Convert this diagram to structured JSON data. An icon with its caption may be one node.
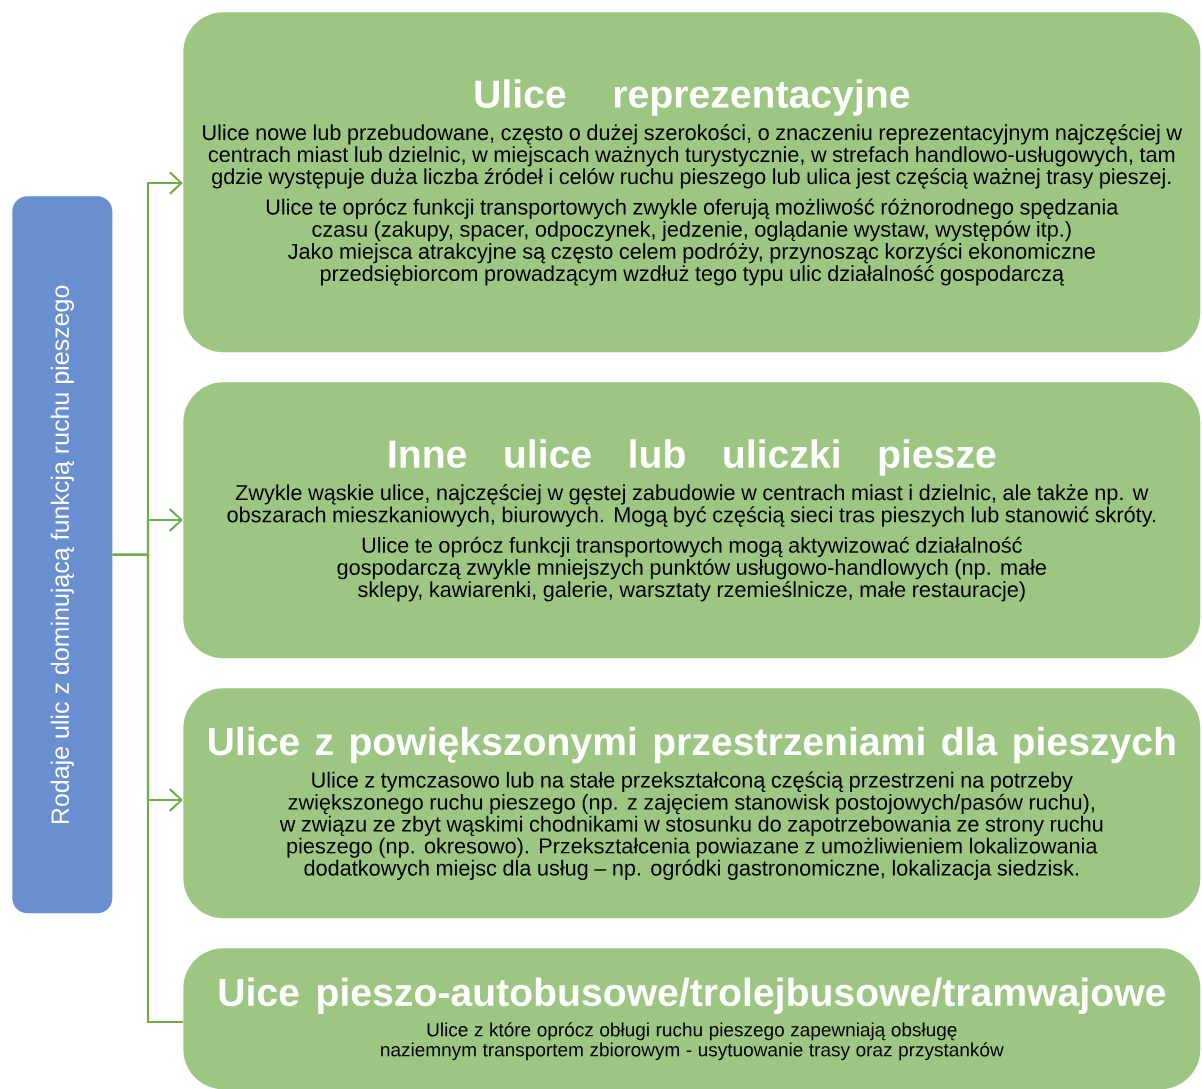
{
  "diagram": {
    "nodes": [
      {
        "text": [
          "Rodaje ulic z dominującą funkcją ruchu pieszego"
        ]
      },
      {
        "text": [
          "Ulice reprezentacyjne",
          "Ulice nowe lub przebudowane, często o dużej szerokości, o znaczeniu reprezentacyjnym najczęściej w centrach miast lub dzielnic, w miejscach ważnych turystycznie, w strefach handlowo-usługowych, tam gdzie występuje duża liczba źródeł i celów ruchu pieszego lub ulica jest częścią ważnej trasy pieszej.",
          "Ulice te oprócz funkcji transportowych zwykle oferują możliwość różnorodnego spędzania czasu (zakupy, spacer, odpoczynek, jedzenie, oglądanie wystaw, występów itp.) Jako miejsca atrakcyjne są często celem podróży, przynosząc korzyści ekonomiczne przedsiębiorcom prowadzącym wzdłuż tego typu ulic działalność gospodarczą"
        ]
      },
      {
        "text": [
          "Inne ulice lub uliczki piesze",
          "Zwykle wąskie ulice, najczęściej  w gęstej zabudowie w centrach miast i dzielnic, ale także np. w obszarach mieszkaniowych, biurowych.  Mogą być częścią sieci tras pieszych lub stanowić skróty.",
          "Ulice te oprócz funkcji transportowych mogą aktywizować  działalność gospodarczą zwykle mniejszych punktów usługowo-handlowych (np. małe sklepy, kawiarenki, galerie, warsztaty rzemieślnicze, małe restauracje)"
        ]
      },
      {
        "text": [
          "Ulice z powiększonymi przestrzeniami dla pieszych",
          "Ulice z tymczasowo lub na stałe przekształconą częścią przestrzeni na potrzeby zwiększonego ruchu pieszego (np. z zajęciem stanowisk postojowych/pasów ruchu),  w związu ze zbyt wąskimi  chodnikami w stosunku do zapotrzebowania ze strony ruchu pieszego (np. okresowo). Przekształcenia powiazane z umożliwieniem lokalizowania dodatkowych miejsc dla usług – np. ogródki gastronomiczne, lokalizacja siedzisk."
        ]
      },
      {
        "text": [
          "Uice pieszo-autobusowe/trolejbusowe/tramwajowe",
          "Ulice z które oprócz obługi ruchu pieszego zapewniają obsługę naziemnym transportem zbiorowym - usytuowanie trasy oraz przystanków"
        ]
      }
    ],
    "edges": [
      {
        "from": 0,
        "to": 1,
        "arrow": "to"
      },
      {
        "from": 0,
        "to": 2,
        "arrow": "to"
      },
      {
        "from": 0,
        "to": 3,
        "arrow": "to"
      },
      {
        "from": 0,
        "to": 4,
        "arrow": "none"
      }
    ]
  }
}
